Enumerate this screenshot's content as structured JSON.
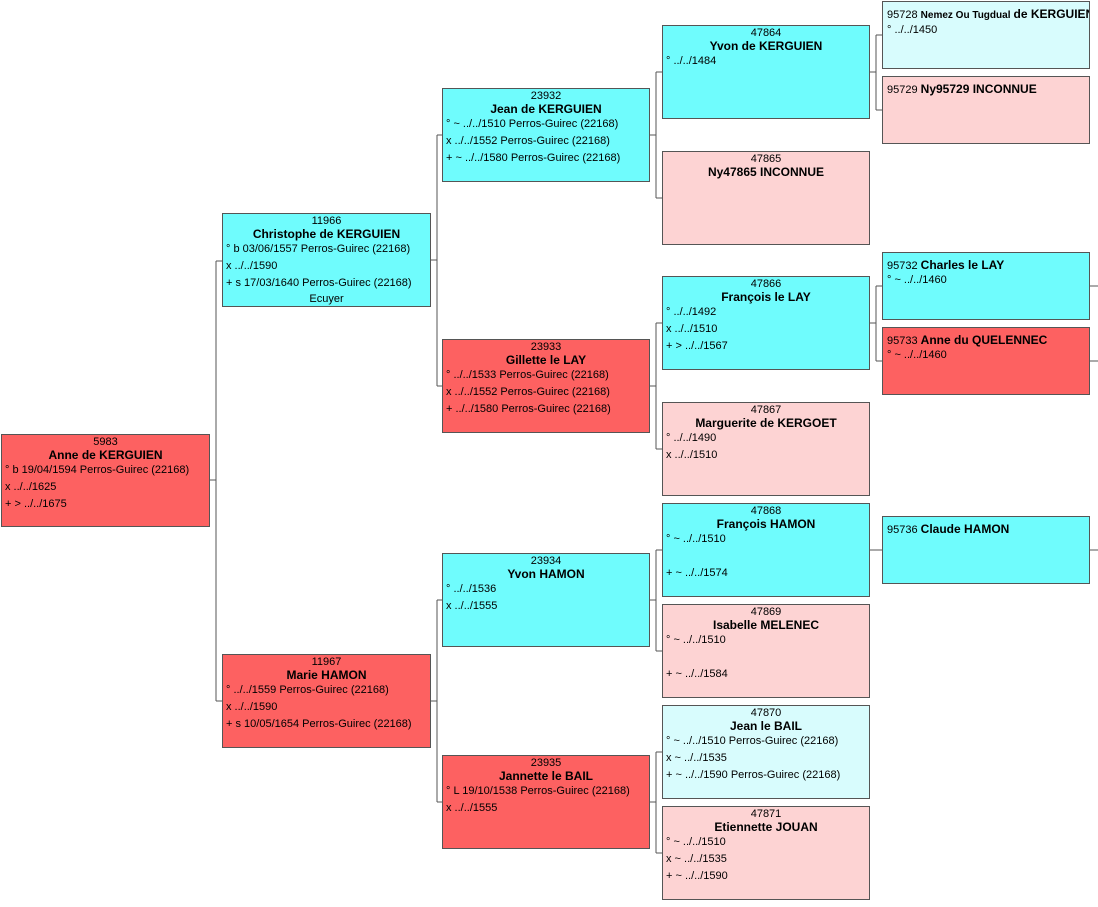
{
  "persons": {
    "p5983": {
      "num": "5983",
      "name": "Anne de KERGUIEN",
      "lines": [
        "° b 19/04/1594 Perros-Guirec (22168)",
        "x ../../1625",
        "+ > ../../1675"
      ]
    },
    "p11966": {
      "num": "11966",
      "name": "Christophe de KERGUIEN",
      "lines": [
        "° b 03/06/1557 Perros-Guirec (22168)",
        "x ../../1590",
        "+ s 17/03/1640 Perros-Guirec (22168)"
      ],
      "note": "Ecuyer"
    },
    "p11967": {
      "num": "11967",
      "name": "Marie HAMON",
      "lines": [
        "° ../../1559 Perros-Guirec (22168)",
        "x ../../1590",
        "+ s 10/05/1654 Perros-Guirec (22168)"
      ]
    },
    "p23932": {
      "num": "23932",
      "name": "Jean de KERGUIEN",
      "lines": [
        "° ~ ../../1510 Perros-Guirec (22168)",
        "x ../../1552 Perros-Guirec (22168)",
        "+ ~ ../../1580 Perros-Guirec (22168)"
      ]
    },
    "p23933": {
      "num": "23933",
      "name": "Gillette le LAY",
      "lines": [
        "° ../../1533 Perros-Guirec (22168)",
        "x ../../1552 Perros-Guirec (22168)",
        "+ ../../1580 Perros-Guirec (22168)"
      ]
    },
    "p23934": {
      "num": "23934",
      "name": "Yvon HAMON",
      "lines": [
        "° ../../1536",
        "x ../../1555"
      ]
    },
    "p23935": {
      "num": "23935",
      "name": "Jannette le BAIL",
      "lines": [
        "° L 19/10/1538 Perros-Guirec (22168)",
        "x ../../1555"
      ]
    },
    "p47864": {
      "num": "47864",
      "name": "Yvon de KERGUIEN",
      "lines": [
        "° ../../1484"
      ]
    },
    "p47865": {
      "num": "47865",
      "name": "Ny47865 INCONNUE",
      "lines": []
    },
    "p47866": {
      "num": "47866",
      "name": "François le LAY",
      "lines": [
        "° ../../1492",
        "x ../../1510",
        "+ > ../../1567"
      ]
    },
    "p47867": {
      "num": "47867",
      "name": "Marguerite de KERGOET",
      "lines": [
        "° ../../1490",
        "x ../../1510"
      ]
    },
    "p47868": {
      "num": "47868",
      "name": "François HAMON",
      "lines": [
        "° ~ ../../1510",
        "",
        "+ ~ ../../1574"
      ]
    },
    "p47869": {
      "num": "47869",
      "name": "Isabelle MELENEC",
      "lines": [
        "° ~ ../../1510",
        "",
        "+ ~ ../../1584"
      ]
    },
    "p47870": {
      "num": "47870",
      "name": "Jean le BAIL",
      "lines": [
        "° ~ ../../1510 Perros-Guirec (22168)",
        "x ~ ../../1535",
        "+ ~ ../../1590 Perros-Guirec (22168)"
      ]
    },
    "p47871": {
      "num": "47871",
      "name": "Etiennette JOUAN",
      "lines": [
        "° ~ ../../1510",
        "x ~ ../../1535",
        "+ ~ ../../1590"
      ]
    },
    "p95728": {
      "num": "95728",
      "prefix": "Nemez Ou Tugdual",
      "name": "de KERGUIEN",
      "lines": [
        "° ../../1450"
      ]
    },
    "p95729": {
      "num": "95729",
      "name": "Ny95729 INCONNUE",
      "lines": []
    },
    "p95732": {
      "num": "95732",
      "name": "Charles le LAY",
      "lines": [
        "° ~ ../../1460"
      ]
    },
    "p95733": {
      "num": "95733",
      "name": "Anne du QUELENNEC",
      "lines": [
        "° ~ ../../1460"
      ]
    },
    "p95736": {
      "num": "95736",
      "name": "Claude HAMON",
      "lines": []
    }
  }
}
